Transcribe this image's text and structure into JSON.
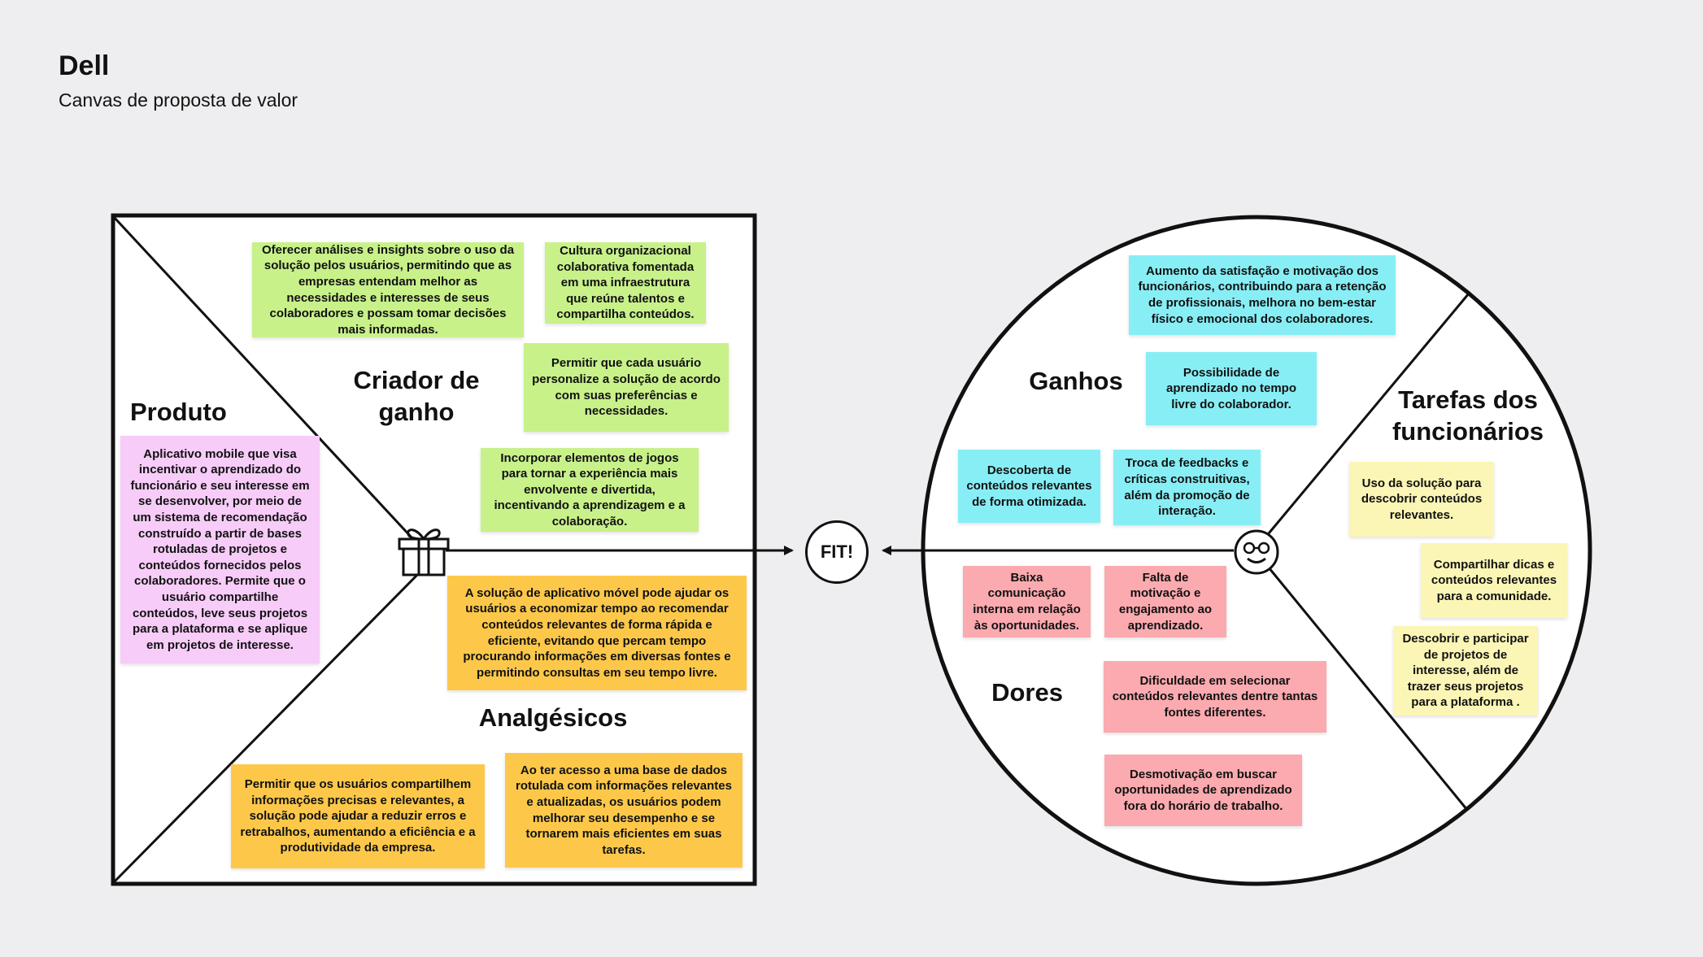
{
  "header": {
    "title": "Dell",
    "subtitle": "Canvas de proposta de valor"
  },
  "labels": {
    "produto": "Produto",
    "criador_de_ganho": "Criador de\nganho",
    "analgesicos": "Analgésicos",
    "ganhos": "Ganhos",
    "dores": "Dores",
    "tarefas": "Tarefas dos\nfuncionários",
    "fit": "FIT!"
  },
  "value_map": {
    "produto_note": "Aplicativo mobile que visa incentivar o aprendizado do funcionário e seu interesse em se desenvolver, por meio de um sistema de recomendação construído a partir de bases rotuladas de projetos e conteúdos fornecidos pelos colaboradores. Permite que o usuário compartilhe conteúdos, leve seus projetos para a plataforma e se aplique em projetos de interesse.",
    "criador_notes": [
      "Oferecer análises e insights sobre o uso da solução pelos usuários, permitindo que as empresas entendam melhor as necessidades e interesses de seus colaboradores e possam tomar decisões mais informadas.",
      "Cultura organizacional colaborativa fomentada em uma infraestrutura que reúne talentos e compartilha conteúdos.",
      "Permitir que cada usuário personalize a solução de acordo com suas preferências e necessidades.",
      "Incorporar elementos de jogos para tornar a experiência mais envolvente e divertida, incentivando a aprendizagem e a colaboração."
    ],
    "analgesicos_notes": [
      "A solução de aplicativo móvel pode ajudar os usuários a economizar tempo ao recomendar conteúdos relevantes de forma rápida e eficiente, evitando que percam tempo procurando informações em diversas fontes e permitindo consultas em seu tempo livre.",
      "Permitir que os usuários compartilhem informações precisas e relevantes, a solução pode ajudar a reduzir erros e retrabalhos, aumentando a eficiência e a produtividade da empresa.",
      "Ao ter acesso a uma base de dados rotulada com informações relevantes e atualizadas, os usuários podem melhorar seu desempenho e se tornarem mais eficientes em suas tarefas."
    ]
  },
  "customer_profile": {
    "ganhos_notes": [
      "Aumento da satisfação e motivação dos funcionários, contribuindo para a retenção de profissionais, melhora no bem-estar físico e emocional dos colaboradores.",
      "Possibilidade de aprendizado no tempo livre do colaborador.",
      "Descoberta de conteúdos relevantes de forma otimizada.",
      "Troca de feedbacks e críticas construitivas, além da promoção de interação."
    ],
    "dores_notes": [
      "Baixa comunicação interna em relação às oportunidades.",
      "Falta de motivação e engajamento ao aprendizado.",
      "Dificuldade em selecionar conteúdos relevantes dentre tantas fontes diferentes.",
      "Desmotivação em buscar oportunidades de aprendizado fora do horário de trabalho."
    ],
    "tarefas_notes": [
      "Uso da solução para descobrir conteúdos relevantes.",
      "Compartilhar dicas e conteúdos relevantes para a comunidade.",
      "Descobrir e participar de projetos de interesse, além de trazer seus projetos para a plataforma ."
    ]
  },
  "icons": {
    "value_map": "gift-icon",
    "customer": "smiley-face-icon"
  },
  "colors": {
    "green": "#c8f18a",
    "pink": "#f7ccf8",
    "orange": "#fdc84a",
    "cyan": "#88eef5",
    "red": "#fbaaaf",
    "yellow": "#fbf6b5"
  }
}
